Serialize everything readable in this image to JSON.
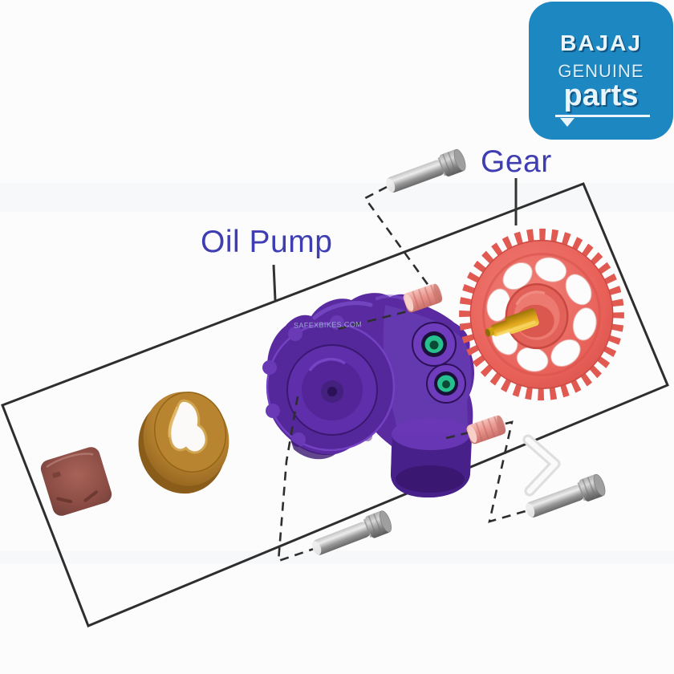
{
  "page": {
    "background": "#fcfcfc"
  },
  "logo": {
    "brand": "BAJAJ",
    "genuine": "GENUINE",
    "parts": "parts",
    "bg_color": "#1d87c2",
    "fg_color": "#e9f5fb"
  },
  "labels": {
    "oil_pump": "Oil Pump",
    "gear": "Gear",
    "color": "#3e3db2"
  },
  "watermark": {
    "text": "SAFEXBIKES.COM"
  },
  "diagram": {
    "outline_color": "#2e2e2e",
    "parts": [
      {
        "id": "plug",
        "desc": "small square plug part",
        "color": "#9a564c"
      },
      {
        "id": "outer-rotor",
        "desc": "pump outer rotor ring",
        "color": "#b5812f"
      },
      {
        "id": "pump-body",
        "desc": "oil pump body",
        "color": "#5a2aa0"
      },
      {
        "id": "drive-gear",
        "desc": "oil pump drive gear",
        "color": "#ec655c",
        "shaft_color": "#e2a71a",
        "teeth": 40,
        "holes": 8
      },
      {
        "id": "bolts",
        "desc": "mounting bolts",
        "count": 3,
        "color": "#b0b0b0"
      },
      {
        "id": "dowel-pins",
        "desc": "dowel pins",
        "count": 2,
        "color": "#e89690"
      }
    ]
  }
}
